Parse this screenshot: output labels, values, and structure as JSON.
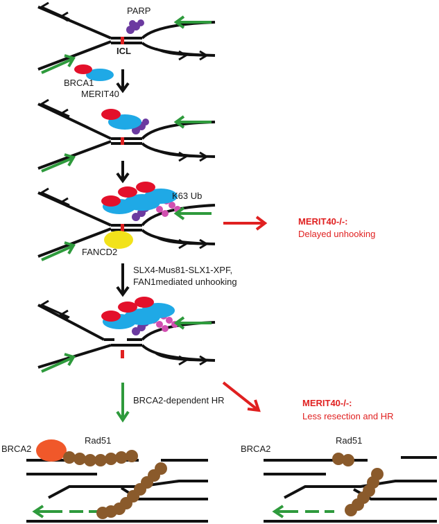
{
  "labels": {
    "parp": "PARP",
    "icl": "ICL",
    "brca1": "BRCA1",
    "merit40": "MERIT40",
    "k63ub": "K63 Ub",
    "fancd2": "FANCD2",
    "unhook_line1": "SLX4-Mus81-SLX1-XPF,",
    "unhook_line2": "FAN1mediated unhooking",
    "hr_step": "BRCA2-dependent HR",
    "brca2_left": "BRCA2",
    "rad51_left": "Rad51",
    "brca2_right": "BRCA2",
    "rad51_right": "Rad51"
  },
  "outcomes": {
    "delayed_title": "MERIT40-/-:",
    "delayed_text": "Delayed unhooking",
    "resection_title": "MERIT40-/-:",
    "resection_text": "Less resection and HR"
  },
  "colors": {
    "dna": "#111111",
    "nascent_arrow": "#2e9a3c",
    "icl": "#e02020",
    "brca1": "#e3102a",
    "merit40": "#1fa9e6",
    "parp": "#6b3aa0",
    "k63ub": "#d14fb0",
    "fancd2": "#f2e21a",
    "brca2": "#f0582a",
    "rad51": "#8a5a2b",
    "outcome_red": "#e02020"
  }
}
